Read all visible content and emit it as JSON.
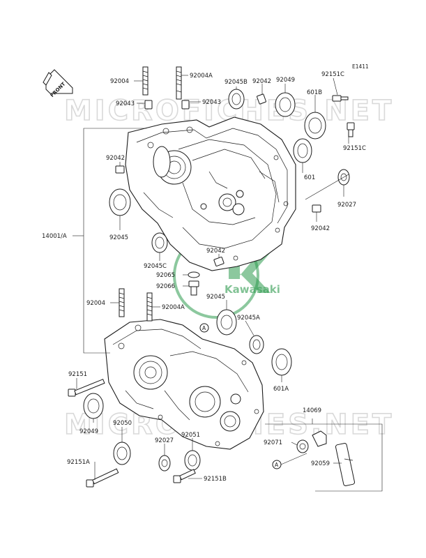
{
  "diagram_code": "E1411",
  "front_tag": "FRONT",
  "watermark": "MICROFICHES.NET",
  "brand": "Kawasaki",
  "ref_marker": "A",
  "labels": {
    "p92004_top": "92004",
    "p92004A_top": "92004A",
    "p92043_a": "92043",
    "p92043_b": "92043",
    "p92045B": "92045B",
    "p92042_top": "92042",
    "p92049_top": "92049",
    "p92151C_a": "92151C",
    "p601B": "601B",
    "p92151C_b": "92151C",
    "p92042_left": "92042",
    "p601": "601",
    "p92027_right": "92027",
    "p92045": "92045",
    "p14001A": "14001/A",
    "p92042_right": "92042",
    "p92042_mid": "92042",
    "p92045C": "92045C",
    "p92065": "92065",
    "p92066": "92066",
    "p92004_low": "92004",
    "p92004A_low": "92004A",
    "p92045_low": "92045",
    "p92045A": "92045A",
    "p92151": "92151",
    "p601A": "601A",
    "p92049_low": "92049",
    "p92050": "92050",
    "p92027_low": "92027",
    "p92051": "92051",
    "p14069": "14069",
    "p92071": "92071",
    "p92151A": "92151A",
    "p92059": "92059",
    "p92151B": "92151B"
  },
  "colors": {
    "line": "#1a1a1a",
    "logo_green": "#2e9a4e",
    "watermark_gray": "#d9d9d9"
  }
}
